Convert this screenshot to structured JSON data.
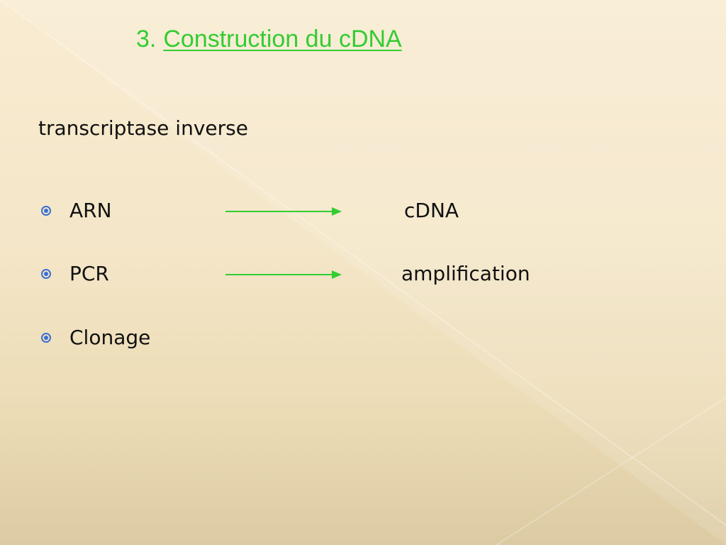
{
  "slide": {
    "title_number": "3.",
    "title_text": "Construction du cDNA",
    "subtitle": "transcriptase inverse",
    "items": [
      {
        "label": "ARN",
        "has_arrow": true,
        "result": "cDNA"
      },
      {
        "label": "PCR",
        "has_arrow": true,
        "result": "amplification"
      },
      {
        "label": "Clonage",
        "has_arrow": false,
        "result": ""
      }
    ],
    "colors": {
      "title": "#33cc33",
      "arrow": "#33cc33",
      "bullet": "#3b6fd6",
      "text": "#111111"
    },
    "icons": {
      "bullet": "target-bullet-icon",
      "arrow": "right-arrow-icon"
    }
  }
}
